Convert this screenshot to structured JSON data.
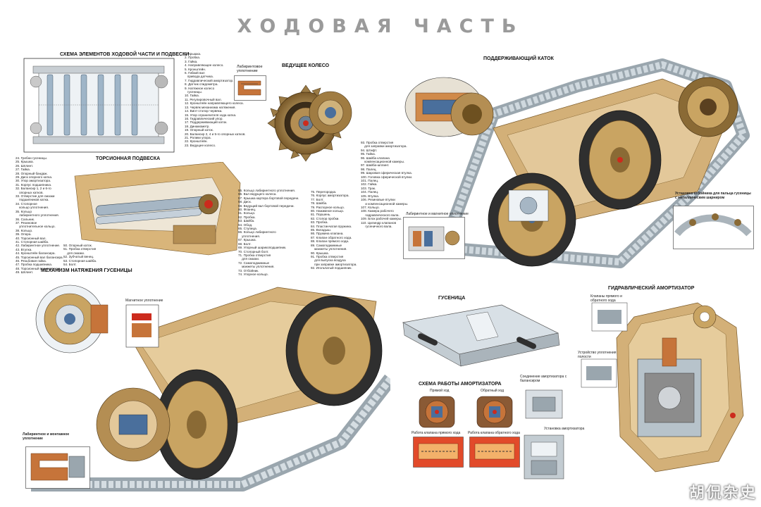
{
  "title": "ХОДОВАЯ ЧАСТЬ",
  "watermark": "胡侃杂史",
  "sections": {
    "scheme": "СХЕМА ЭЛЕМЕНТОВ ХОДОВОЙ ЧАСТИ И ПОДВЕСКИ",
    "labyrinth": "Лабиринтовое уплотнение",
    "drive_wheel": "ВЕДУЩЕЕ КОЛЕСО",
    "support_roller": "ПОДДЕРЖИВАЮЩИЙ КАТОК",
    "torsion": "ТОРСИОННАЯ ПОДВЕСКА",
    "tension": "МЕХАНИЗМ НАТЯЖЕНИЯ ГУСЕНИЦЫ",
    "magnetic_seal": "Магнитное уплотнение",
    "labyrinth_mount": "Лабиринтное и монтажное уплотнение",
    "track": "ГУСЕНИЦА",
    "hydraulic": "ГИДРАВЛИЧЕСКИЙ АМОРТИЗАТОР",
    "shock_scheme": "СХЕМА РАБОТЫ АМОРТИЗАТОРА",
    "forward": "Прямой ход",
    "reverse": "Обратный ход",
    "forward_valve": "Работа клапана прямого хода",
    "reverse_valve": "Работа клапана обратного хода",
    "limiter": "Установка отбойника для пальца гусеницы с металлическим шарниром",
    "labyrinth_magnetic": "Лабиринтное и магнитное уплотнение",
    "valves": "Клапаны прямого и обратного хода",
    "seal_device": "Устройство уплотнения полости",
    "shock_connection": "Соединение амортизатора с балансиром",
    "shock_mount": "Установка амортизатора"
  },
  "lists": {
    "list1": [
      "1. Крышка.",
      "2. Пробка.",
      "3. Гайка.",
      "4. Направляющее колесо.",
      "5. Кронштейн.",
      "6. Гибкий вал",
      "   привода датчика.",
      "7. Гидравлический амортизатор.",
      "8. Датчик спидометра.",
      "9. Натяжное колесо",
      "   гусеницы.",
      "10. Гайка.",
      "11. Регулировочный вал.",
      "12. Кронштейн направляющего колеса.",
      "13. Червяк механизма натяжения.",
      "14. Винт-стопор червяка.",
      "15. Упор ограничителя хода катка.",
      "16. Гидравлический упор.",
      "17. Поддерживающий каток.",
      "18. Динамометр.",
      "19. Опорный каток.",
      "20. Балансир 2, 4 и 5-го опорных катков.",
      "21. Ролики упора.",
      "22. Кронштейн.",
      "23. Ведущее колесо."
    ],
    "list2": [
      "24. Гребни гусеницы.",
      "25. Крышка.",
      "26. Шплинт.",
      "27. Гайка.",
      "28. Опорный бандаж.",
      "29. Диск опорного катка.",
      "30. Упор амортизатора.",
      "31. Корпус подшипника.",
      "32. Балансир 1, 2 и 6-го",
      "    опорных катков.",
      "33. Отверстие для смазки",
      "    подшипников катка.",
      "34. Стопорное",
      "    кольцо уплотнения.",
      "35. Кольцо",
      "    лабиринтного уплотнения.",
      "36. Сальник.",
      "37. Резиновое",
      "    уплотнительное кольцо.",
      "38. Кольцо.",
      "39. Опора.",
      "40. Торсионный вал.",
      "41. Стопорная шайба.",
      "42. Лабиринтное уплотнение.",
      "43. Втулка.",
      "44. Кронштейн балансира.",
      "45. Торсионный вал балансира.",
      "46. Резьбовая гайка.",
      "47. Пробка подшипника.",
      "48. Торсионный вал подвески.",
      "49. Шплинт."
    ],
    "list3": [
      "50. Опорный каток.",
      "51. Пробка отверстия",
      "    для смазки.",
      "52. Зубчатый венец.",
      "53. Стопорная шайба.",
      "54. Болт."
    ],
    "list4": [
      "55. Кольцо лабиринтного уплотнения.",
      "56. Вал ведущего колеса.",
      "57. Крышка картера бортовой передачи.",
      "58. Диск.",
      "59. Ведущий вал бортовой передачи.",
      "60. Фланец.",
      "61. Кольцо.",
      "62. Пробка.",
      "63. Шайба.",
      "64. Обод.",
      "65. Ступица.",
      "66. Кольцо лабиринтного",
      "    уплотнения.",
      "67. Крышка.",
      "68. Болт.",
      "69. Упорный шарикоподшипник.",
      "70. Стопорный болт.",
      "71. Пробка отверстия",
      "    для смазки.",
      "72. Самоподжимные",
      "    манжеты уплотнения.",
      "73. Отбойник.",
      "74. Упорное кольцо."
    ],
    "list5": [
      "75. Перегородка.",
      "76. Корпус амортизатора.",
      "77. Болт.",
      "78. Шайба.",
      "79. Распорное кольцо.",
      "80. Нажимное кольцо.",
      "81. Поршень.",
      "82. Стопор пробки.",
      "83. Пробка.",
      "84. Пластинчатая пружина.",
      "85. Вкладыш.",
      "86. Пружина клапана.",
      "87. Клапан обратного хода.",
      "88. Клапан прямого хода.",
      "89. Самоподжимные",
      "    манжеты уплотнения.",
      "90. Крышка.",
      "91. Пробка отверстия",
      "    для выпуска воздуха",
      "    при заправке амортизатора.",
      "92. Игольчатый подшипник."
    ],
    "list6": [
      "93. Пробка отверстия",
      "    для заправки амортизатора.",
      "94. Штифт.",
      "95. Гайка.",
      "96. Шайба клапана",
      "    компенсационной камеры.",
      "97. Шайба-шплинт.",
      "98. Палец.",
      "99. Шаровая сферическая втулка.",
      "100. Головка сферической втулки.",
      "101. Палец.",
      "102. Гайка.",
      "103. Трак.",
      "104. Палец.",
      "105. Втулка.",
      "106. Резиновые втулки",
      "     и компенсационной камеры.",
      "107. Кольцо.",
      "108. Камера рабочего",
      "     гидравлического вала.",
      "109. Блок рабочей камеры.",
      "110. Цилиндр клапанов",
      "     гусеничного вала."
    ]
  },
  "colors": {
    "gold": "#c9a462",
    "dark_gold": "#8a6a35",
    "tire": "#3b3b3b",
    "track": "#b8c2c8",
    "track_dark": "#7f8b93",
    "accent_red": "#cc2b1d",
    "blue": "#4a6f9c",
    "copper": "#c6743a"
  }
}
